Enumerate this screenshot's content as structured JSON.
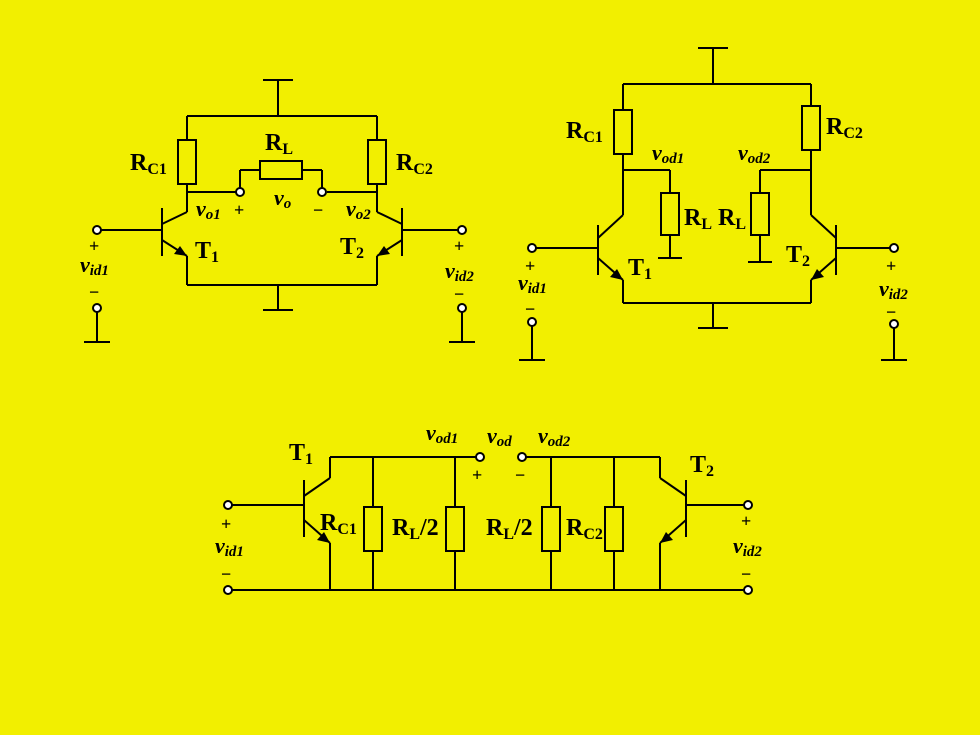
{
  "background_color": "#f2ef00",
  "line_color": "#000000",
  "labels": {
    "RC1": "RC1",
    "RC2": "RC2",
    "RL": "RL",
    "RL_half": "RL/2",
    "T1": "T1",
    "T2": "T2",
    "vid1": "vid1",
    "vid2": "vid2",
    "vo": "vo",
    "vo1": "vo1",
    "vo2": "vo2",
    "vod": "vod",
    "vod1": "vod1",
    "vod2": "vod2",
    "plus": "+",
    "minus": "−",
    "R": "R",
    "T": "T",
    "v": "v",
    "sub_C1": "C1",
    "sub_C2": "C2",
    "sub_L": "L",
    "sub_1": "1",
    "sub_2": "2",
    "sub_o": "o",
    "sub_o1": "o1",
    "sub_o2": "o2",
    "sub_od": "od",
    "sub_od1": "od1",
    "sub_od2": "od2",
    "sub_id1": "id1",
    "sub_id2": "id2",
    "half": "/2"
  }
}
